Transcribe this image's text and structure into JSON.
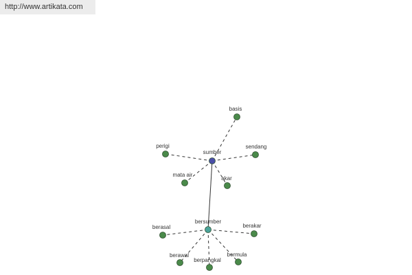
{
  "source_url": "http://www.artikata.com",
  "colors": {
    "background": "#ffffff",
    "banner": "#ececec",
    "edge": "#333333",
    "leaf_node": "#4a8a4a",
    "center_node": "#4b4fa8",
    "secondary_center_node": "#4aa39a",
    "node_outline": "#2f4f2f"
  },
  "graph": {
    "nodes": [
      {
        "id": "sumber",
        "label": "sumber",
        "role": "center"
      },
      {
        "id": "bersumber",
        "label": "bersumber",
        "role": "secondary-center"
      },
      {
        "id": "basis",
        "label": "basis",
        "role": "leaf"
      },
      {
        "id": "perigi",
        "label": "perigi",
        "role": "leaf"
      },
      {
        "id": "sendang",
        "label": "sendang",
        "role": "leaf"
      },
      {
        "id": "mata-air",
        "label": "mata air",
        "role": "leaf"
      },
      {
        "id": "akar",
        "label": "akar",
        "role": "leaf"
      },
      {
        "id": "berasal",
        "label": "berasal",
        "role": "leaf"
      },
      {
        "id": "berakar",
        "label": "berakar",
        "role": "leaf"
      },
      {
        "id": "berawal",
        "label": "berawal",
        "role": "leaf"
      },
      {
        "id": "berpangkal",
        "label": "berpangkal",
        "role": "leaf"
      },
      {
        "id": "bermula",
        "label": "bermula",
        "role": "leaf"
      }
    ],
    "edges": [
      {
        "from": "sumber",
        "to": "bersumber",
        "style": "solid"
      },
      {
        "from": "sumber",
        "to": "basis",
        "style": "dashed"
      },
      {
        "from": "sumber",
        "to": "perigi",
        "style": "dashed"
      },
      {
        "from": "sumber",
        "to": "sendang",
        "style": "dashed"
      },
      {
        "from": "sumber",
        "to": "mata-air",
        "style": "dashed"
      },
      {
        "from": "sumber",
        "to": "akar",
        "style": "dashed"
      },
      {
        "from": "bersumber",
        "to": "berasal",
        "style": "dashed"
      },
      {
        "from": "bersumber",
        "to": "berakar",
        "style": "dashed"
      },
      {
        "from": "bersumber",
        "to": "berawal",
        "style": "dashed"
      },
      {
        "from": "bersumber",
        "to": "berpangkal",
        "style": "dashed"
      },
      {
        "from": "bersumber",
        "to": "bermula",
        "style": "dashed"
      }
    ]
  }
}
